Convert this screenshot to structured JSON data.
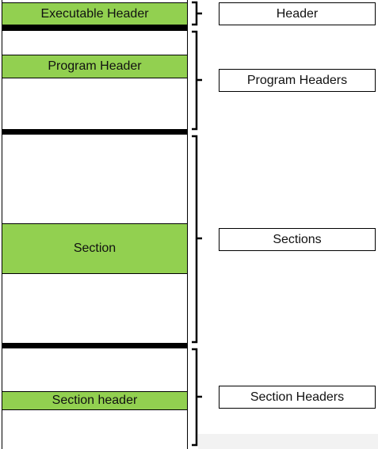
{
  "blocks": {
    "executable_header": "Executable Header",
    "program_header": "Program Header",
    "section": "Section",
    "section_header": "Section header"
  },
  "labels": {
    "header": "Header",
    "program_headers": "Program Headers",
    "sections": "Sections",
    "section_headers": "Section Headers"
  }
}
